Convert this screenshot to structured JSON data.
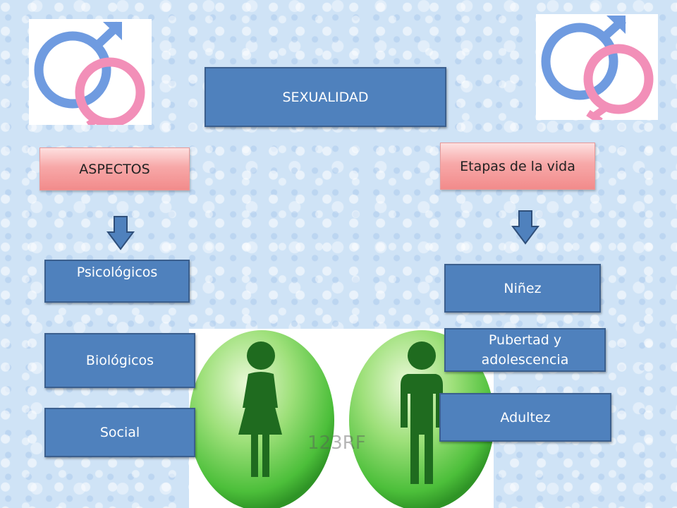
{
  "title": "SEXUALIDAD",
  "left": {
    "heading": "ASPECTOS",
    "items": [
      "Psicológicos",
      "Biológicos",
      "Social"
    ]
  },
  "right": {
    "heading": "Etapas de la vida",
    "items": [
      "Niñez",
      "Pubertad y adolescencia",
      "Adultez"
    ]
  },
  "image": {
    "watermark": "123RF"
  },
  "colors": {
    "box_blue": "#4f81bd",
    "heading_pink": "#f7a8a8",
    "male_symbol": "#6f9be0",
    "female_symbol": "#f28fb8",
    "figure_green": "#1f6b1f"
  },
  "icons": [
    "gender-symbols-icon",
    "down-arrow-icon",
    "female-figure-icon",
    "male-figure-icon"
  ]
}
